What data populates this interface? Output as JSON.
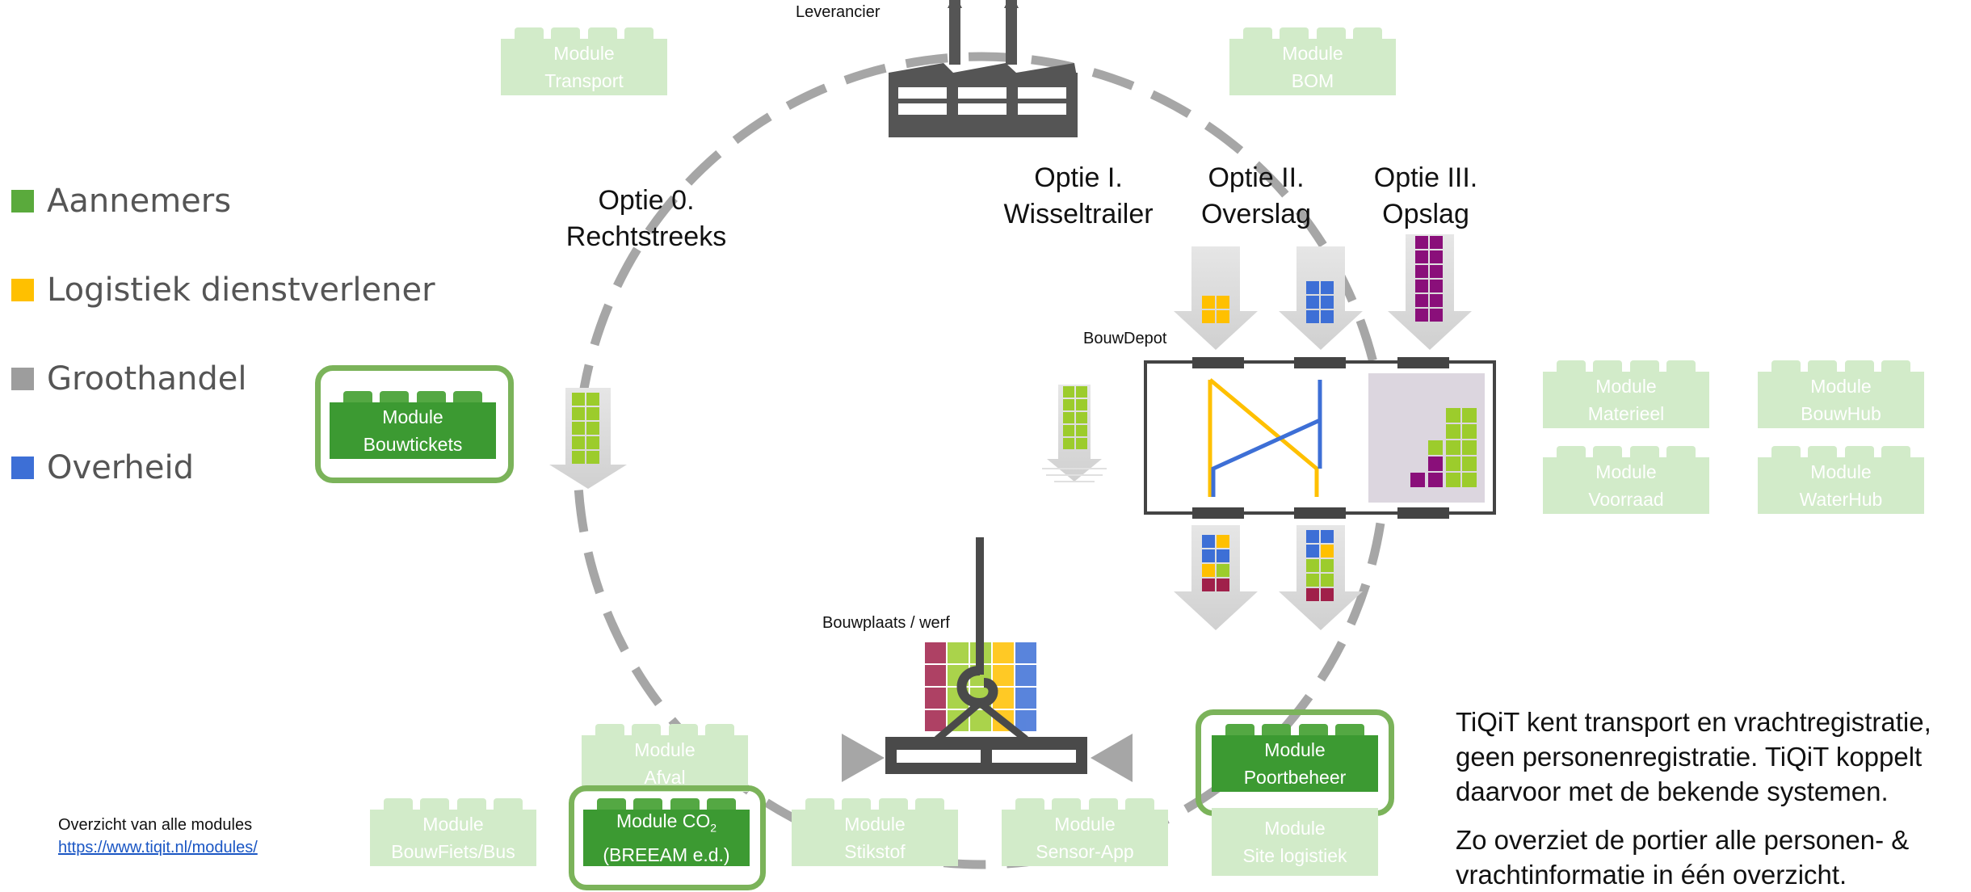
{
  "legend": [
    {
      "label": "Aannemers",
      "color": "#5aaa3c"
    },
    {
      "label": "Logistiek dienstverlener",
      "color": "#ffc000"
    },
    {
      "label": "Groothandel",
      "color": "#9d9d9d"
    },
    {
      "label": "Overheid",
      "color": "#3d6fd6"
    }
  ],
  "nodes": {
    "supplier": "Leverancier",
    "depot": "BouwDepot",
    "site": "Bouwplaats / werf"
  },
  "options": {
    "opt0": {
      "line1": "Optie 0.",
      "line2": "Rechtstreeks"
    },
    "opt1": {
      "line1": "Optie I.",
      "line2": "Wisseltrailer"
    },
    "opt2": {
      "line1": "Optie II.",
      "line2": "Overslag"
    },
    "opt3": {
      "line1": "Optie III.",
      "line2": "Opslag"
    }
  },
  "modules": {
    "transport": {
      "line1": "Module",
      "line2": "Transport"
    },
    "bom": {
      "line1": "Module",
      "line2": "BOM"
    },
    "bouwtickets": {
      "line1": "Module",
      "line2": "Bouwtickets"
    },
    "materieel": {
      "line1": "Module",
      "line2": "Materieel"
    },
    "bouwhub": {
      "line1": "Module",
      "line2": "BouwHub"
    },
    "voorraad": {
      "line1": "Module",
      "line2": "Voorraad"
    },
    "waterhub": {
      "line1": "Module",
      "line2": "WaterHub"
    },
    "afval": {
      "line1": "Module",
      "line2": "Afval"
    },
    "bouwfiets": {
      "line1": "Module",
      "line2": "BouwFiets/Bus"
    },
    "co2": {
      "line1": "Module CO",
      "sub": "2",
      "line2": "(BREEAM e.d.)"
    },
    "stikstof": {
      "line1": "Module",
      "line2": "Stikstof"
    },
    "sensor": {
      "line1": "Module",
      "line2": "Sensor-App"
    },
    "poortbeheer": {
      "line1": "Module",
      "line2": "Poortbeheer"
    },
    "sitelog": {
      "line1": "Module",
      "line2": "Site logistiek"
    }
  },
  "footer": {
    "overview": "Overzicht van alle modules",
    "link": "https://www.tiqit.nl/modules/"
  },
  "description": {
    "p1": "TiQiT kent transport en vrachtregistratie, geen personenregistratie. TiQiT koppelt daarvoor met de bekende systemen.",
    "p2": "Zo overziet de portier alle personen- & vrachtinformatie in één overzicht."
  },
  "colors": {
    "green": "#5aaa3c",
    "lime": "#9ccc2c",
    "yellow": "#ffc000",
    "blue": "#3d6fd6",
    "purple": "#8a0f7a",
    "crimson": "#a0204a",
    "gray": "#9d9d9d",
    "dark": "#4a4a4a"
  }
}
